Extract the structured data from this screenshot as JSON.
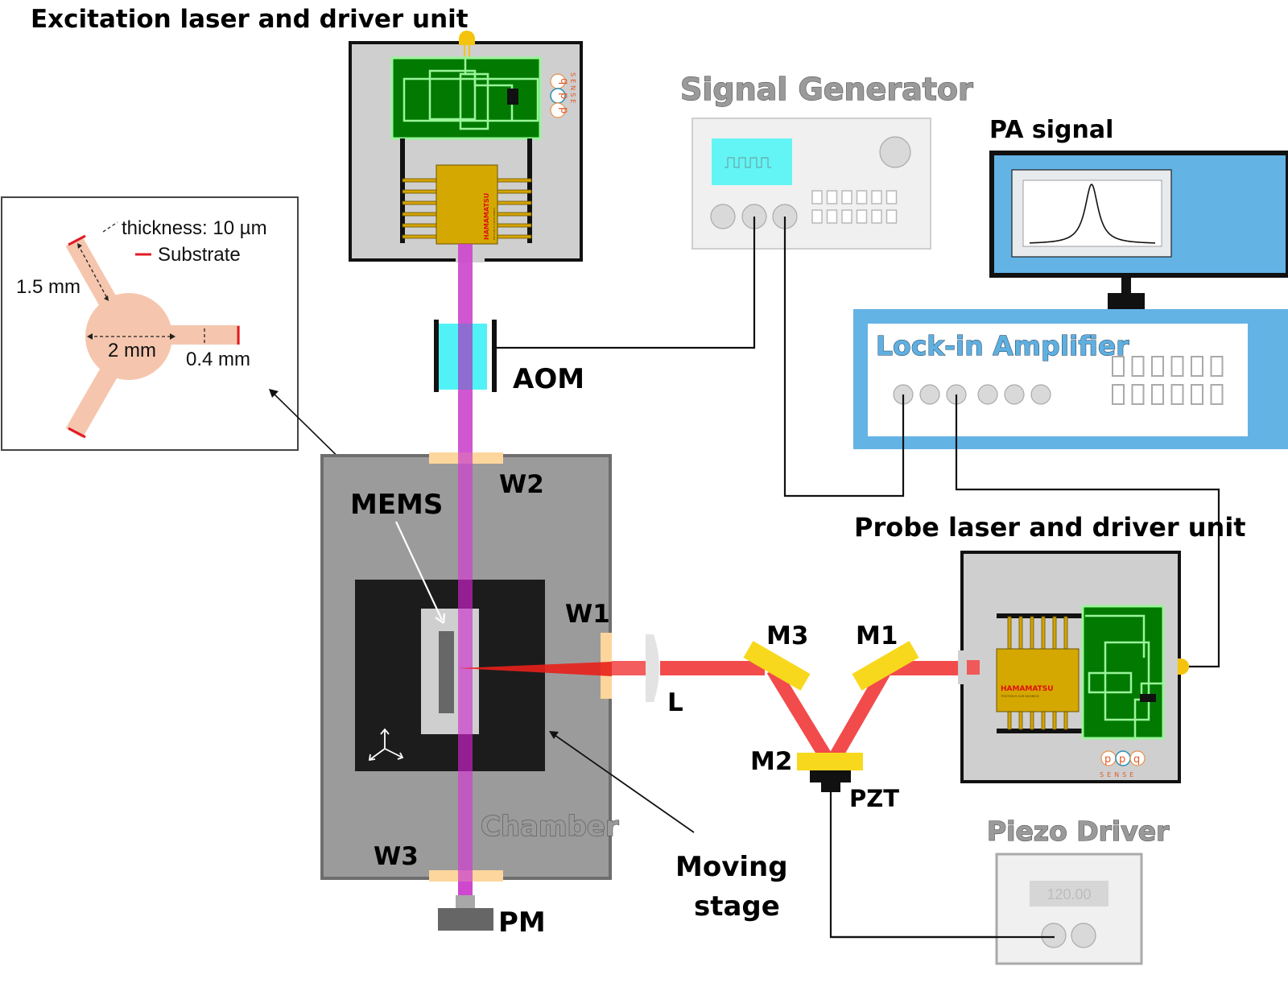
{
  "title": "Excitation laser and driver unit",
  "inset": {
    "thickness_label": "thickness: 10 µm",
    "substrate_label": "Substrate",
    "arm_length_label": "1.5 mm",
    "diameter_label": "2 mm",
    "arm_width_label": "0.4 mm",
    "colors": {
      "membrane": "#f5c6ad",
      "substrate": "#e01b24"
    }
  },
  "excitation_unit": {
    "chip_brand": "HAMAMATSU",
    "chip_slogan": "PHOTON IS OUR BUSINESS",
    "logo_letters": [
      "p",
      "p",
      "q"
    ],
    "logo_word": "SENSE"
  },
  "signal_generator": {
    "title": "Signal Generator",
    "screen_color": "#63f5f5"
  },
  "pa_signal": {
    "title": "PA signal",
    "monitor_color": "#63b3e5"
  },
  "lock_in": {
    "title": "Lock-in Amplifier",
    "frame_color": "#63b3e5"
  },
  "aom": {
    "label": "AOM"
  },
  "chamber": {
    "label": "Chamber",
    "windows": [
      "W1",
      "W2",
      "W3"
    ],
    "mems_label": "MEMS",
    "stage_label_line1": "Moving",
    "stage_label_line2": "stage"
  },
  "optics": {
    "lens_label": "L",
    "mirrors": [
      "M1",
      "M2",
      "M3"
    ],
    "pzt_label": "PZT",
    "pm_label": "PM",
    "excitation_beam_color": "#cc44cc",
    "probe_beam_color": "#f24b4b",
    "mirror_color": "#f8d81c"
  },
  "probe_unit": {
    "title": "Probe laser and driver unit",
    "chip_brand": "HAMAMATSU",
    "chip_slogan": "PHOTON IS OUR BUSINESS",
    "logo_letters": [
      "p",
      "p",
      "q"
    ],
    "logo_word": "SENSE"
  },
  "piezo_driver": {
    "title": "Piezo Driver",
    "display_value": "120.00"
  }
}
